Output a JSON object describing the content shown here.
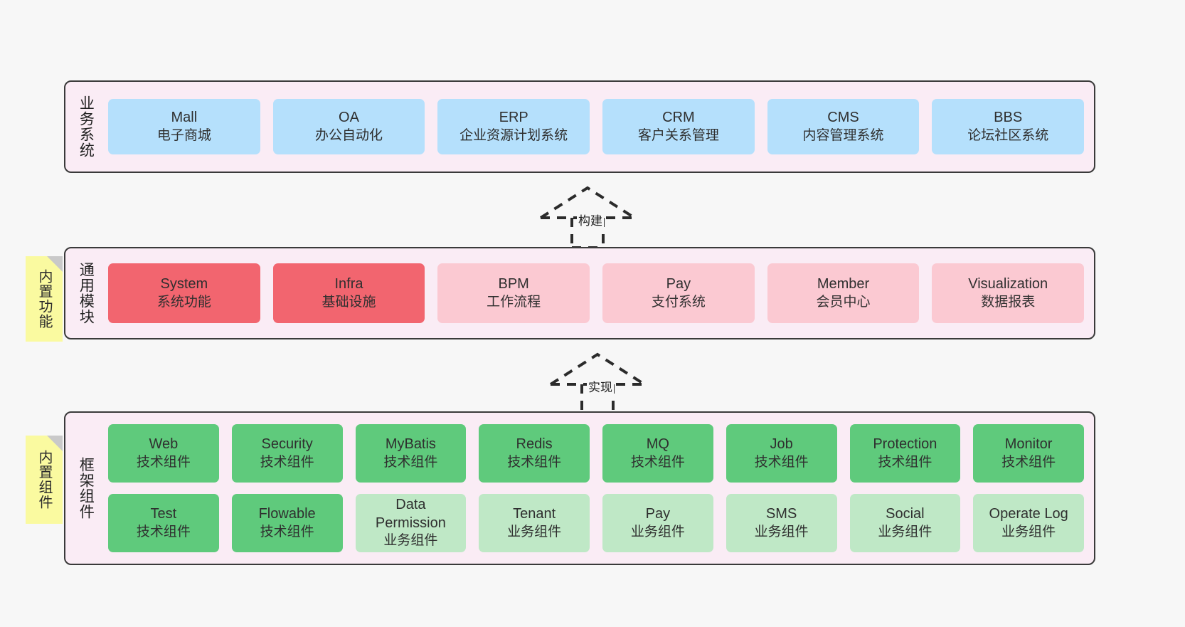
{
  "diagram": {
    "title": "yudao-cloud architecture layers",
    "background": "#f7f7f7",
    "panel_bg": "#faecf5",
    "note_bg": "#fafaa0"
  },
  "layers": [
    {
      "key": "business",
      "title": "业务系统",
      "color": "#b5e0fc",
      "rows": [
        {
          "cards": [
            {
              "name": "Mall",
              "desc": "电子商城",
              "style": "c-blue"
            },
            {
              "name": "OA",
              "desc": "办公自动化",
              "style": "c-blue"
            },
            {
              "name": "ERP",
              "desc": "企业资源计划系统",
              "style": "c-blue"
            },
            {
              "name": "CRM",
              "desc": "客户关系管理",
              "style": "c-blue"
            },
            {
              "name": "CMS",
              "desc": "内容管理系统",
              "style": "c-blue"
            },
            {
              "name": "BBS",
              "desc": "论坛社区系统",
              "style": "c-blue"
            }
          ]
        }
      ]
    },
    {
      "key": "modules",
      "title": "通用模块",
      "note": "内置功能",
      "rows": [
        {
          "cards": [
            {
              "name": "System",
              "desc": "系统功能",
              "style": "c-red"
            },
            {
              "name": "Infra",
              "desc": "基础设施",
              "style": "c-red"
            },
            {
              "name": "BPM",
              "desc": "工作流程",
              "style": "c-pink"
            },
            {
              "name": "Pay",
              "desc": "支付系统",
              "style": "c-pink"
            },
            {
              "name": "Member",
              "desc": "会员中心",
              "style": "c-pink"
            },
            {
              "name": "Visualization",
              "desc": "数据报表",
              "style": "c-pink"
            }
          ]
        }
      ]
    },
    {
      "key": "framework",
      "title": "框架组件",
      "note": "内置组件",
      "rows": [
        {
          "cards": [
            {
              "name": "Web",
              "desc": "技术组件",
              "style": "c-green"
            },
            {
              "name": "Security",
              "desc": "技术组件",
              "style": "c-green"
            },
            {
              "name": "MyBatis",
              "desc": "技术组件",
              "style": "c-green"
            },
            {
              "name": "Redis",
              "desc": "技术组件",
              "style": "c-green"
            },
            {
              "name": "MQ",
              "desc": "技术组件",
              "style": "c-green"
            },
            {
              "name": "Job",
              "desc": "技术组件",
              "style": "c-green"
            },
            {
              "name": "Protection",
              "desc": "技术组件",
              "style": "c-green"
            },
            {
              "name": "Monitor",
              "desc": "技术组件",
              "style": "c-green"
            }
          ]
        },
        {
          "cards": [
            {
              "name": "Test",
              "desc": "技术组件",
              "style": "c-green"
            },
            {
              "name": "Flowable",
              "desc": "技术组件",
              "style": "c-green"
            },
            {
              "name": "Data Permission",
              "desc": "业务组件",
              "style": "c-greenlight"
            },
            {
              "name": "Tenant",
              "desc": "业务组件",
              "style": "c-greenlight"
            },
            {
              "name": "Pay",
              "desc": "业务组件",
              "style": "c-greenlight"
            },
            {
              "name": "SMS",
              "desc": "业务组件",
              "style": "c-greenlight"
            },
            {
              "name": "Social",
              "desc": "业务组件",
              "style": "c-greenlight"
            },
            {
              "name": "Operate Log",
              "desc": "业务组件",
              "style": "c-greenlight"
            }
          ]
        }
      ]
    }
  ],
  "connectors": [
    {
      "key": "build",
      "label": "构建"
    },
    {
      "key": "implement",
      "label": "实现"
    }
  ]
}
